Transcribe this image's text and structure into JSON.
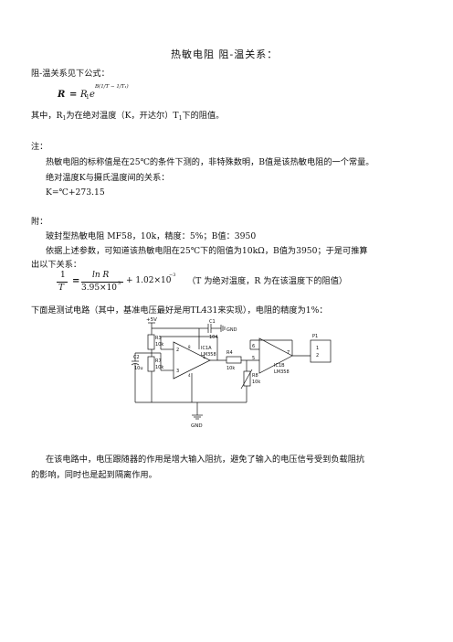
{
  "title": "热敏电阻 阻-温关系：",
  "intro": "阻-温关系见下公式：",
  "formula1": {
    "lhs": "R",
    "eq": "=",
    "rhs_base": "R",
    "rhs_sub": "1",
    "rhs_exp": "e",
    "exp_power": "B(1/T − 1/T₁)"
  },
  "line_where": [
    "其中，R",
    "1",
    "为在绝对温度（K，开达尔）T",
    "1",
    "下的阻值。"
  ],
  "note_label": "注：",
  "note1": "热敏电阻的标称值是在25℃的条件下测的，非特殊数明，B值是该热敏电阻的一个常量。",
  "note2": "绝对温度K与摄氏温度间的关系：",
  "note3": "K=℃+273.15",
  "appendix_label": "附：",
  "app1": "玻封型热敏电阻 MF58，10k，精度：5%；B值：3950",
  "app2": "依据上述参数，可知道该热敏电阻在25℃下的阻值为10kΩ，B值为3950；于是可推算",
  "app3": "出以下关系：",
  "formula2": {
    "lhs_num": "1",
    "lhs_den": "T",
    "eq": "=",
    "num": "ln R",
    "den": "3.95×10",
    "den_exp": "3",
    "plus": "+ 1.02×10",
    "plus_exp": "−3",
    "comment": "（T 为绝对温度，R 为在该温度下的阻值）"
  },
  "circuit_intro": "下面是测试电路（其中，基准电压最好是用TL431来实现），电阻的精度为1%：",
  "circuit": {
    "vcc": "+5V",
    "gnd_top": "GND",
    "gnd_bottom": "GND",
    "c1": [
      "C1",
      "104"
    ],
    "c2": [
      "C2",
      "10u"
    ],
    "r3": [
      "R3",
      "10k"
    ],
    "r7": [
      "R7",
      "10k"
    ],
    "r4": [
      "R4",
      "10k"
    ],
    "r8": [
      "R8",
      "10k"
    ],
    "ic1a": [
      "IC1A",
      "LM358"
    ],
    "ic1b": [
      "IC1B",
      "LM358"
    ],
    "p1": [
      "P1",
      "1",
      "2"
    ],
    "pins": [
      "2",
      "3",
      "1",
      "8",
      "4",
      "6",
      "5",
      "7"
    ]
  },
  "final1": "在该电路中，电压跟随器的作用是增大输入阻抗，避免了输入的电压信号受到负载阻抗",
  "final2": "的影响，同时也是起到隔离作用。"
}
